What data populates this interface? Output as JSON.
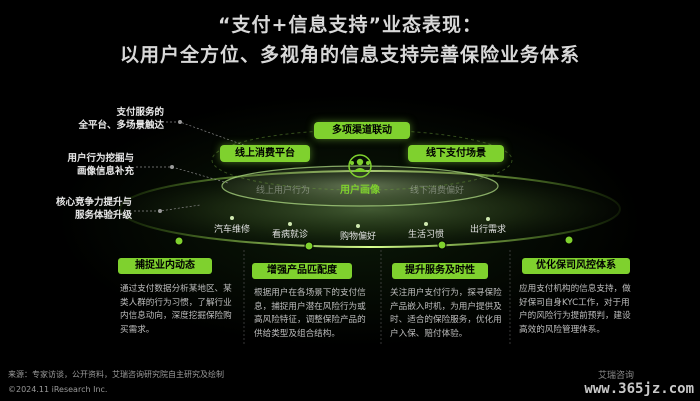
{
  "title": {
    "line1": "“支付+信息支持”业态表现：",
    "line2": "以用户全方位、多视角的信息支持完善保险业务体系"
  },
  "left_labels": [
    "支付服务的\n全平台、多场景触达",
    "用户行为挖掘与\n画像信息补充",
    "核心竞争力提升与\n服务体验升级"
  ],
  "top_pills": {
    "center": "多项渠道联动",
    "left": "线上消费平台",
    "right": "线下支付场景"
  },
  "center_node": {
    "label": "用户画像",
    "icon": "users-icon"
  },
  "inner_ring": {
    "dim_labels": [
      "线上用户行为",
      "线下消费偏好"
    ]
  },
  "outer_ring_labels": [
    "汽车维修",
    "看病就诊",
    "购物偏好",
    "生活习惯",
    "出行需求"
  ],
  "columns": [
    {
      "header": "捕捉业内动态",
      "desc": "通过支付数据分析某地区、某类人群的行为习惯，了解行业内信息动向，深度挖掘保险购买需求。"
    },
    {
      "header": "增强产品匹配度",
      "desc": "根据用户在各场景下的支付信息，捕捉用户潜在风险行为或高风险特征，调整保险产品的供给类型及组合结构。"
    },
    {
      "header": "提升服务及时性",
      "desc": "关注用户支付行为，探寻保险产品嵌入时机，为用户提供及时、适合的保险服务，优化用户入保、赔付体验。"
    },
    {
      "header": "优化保司风控体系",
      "desc": "应用支付机构的信息支持，做好保司自身KYC工作，对于用户的风险行为提前预判，建设高效的风险管理体系。"
    }
  ],
  "footer": {
    "source": "来源：专家访谈，公开资料，艾瑞咨询研究院自主研究及绘制",
    "copyright": "©2024.11 iResearch Inc.",
    "brand": "艾瑞咨询",
    "watermark": "www.365jz.com"
  },
  "colors": {
    "accent": "#7fd12e",
    "background": "#000000",
    "title": "#d8d8d8"
  }
}
